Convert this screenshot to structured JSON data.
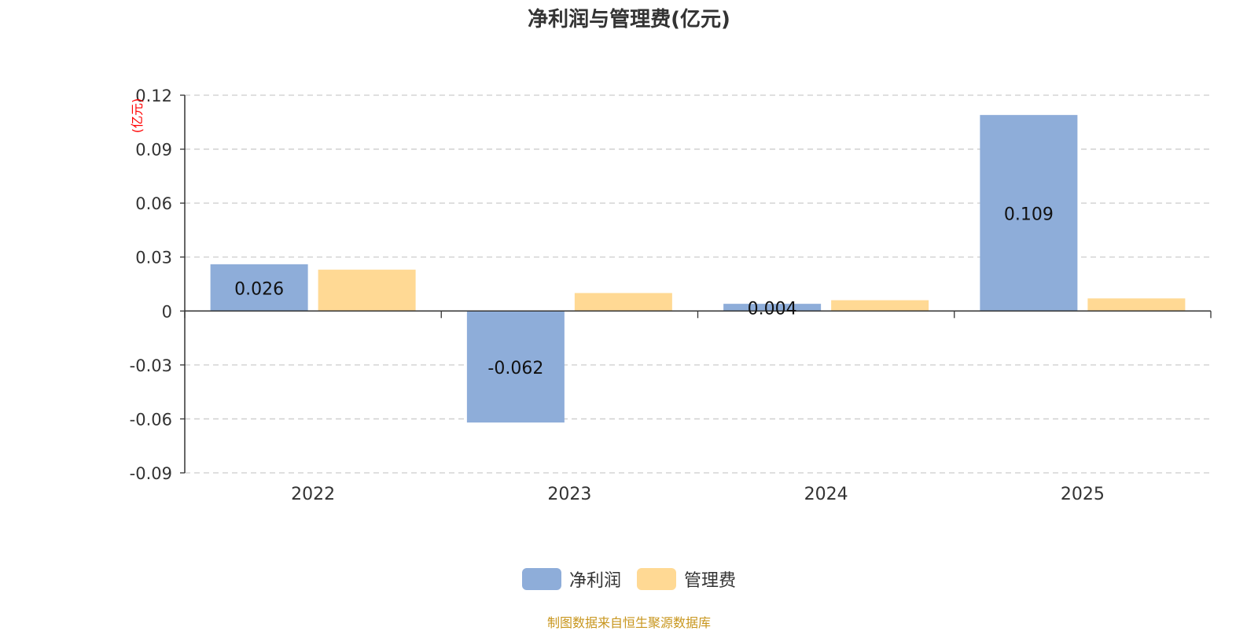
{
  "chart_data": {
    "type": "bar",
    "title": "净利润与管理费(亿元)",
    "ylabel": "(亿元)",
    "xlabel": "",
    "categories": [
      "2022",
      "2023",
      "2024",
      "2025"
    ],
    "series": [
      {
        "name": "净利润",
        "values": [
          0.026,
          -0.062,
          0.004,
          0.109
        ],
        "color": "#8EADD9",
        "labels": [
          "0.026",
          "-0.062",
          "0.004",
          "0.109"
        ]
      },
      {
        "name": "管理费",
        "values": [
          0.023,
          0.01,
          0.006,
          0.007
        ],
        "color": "#FFD994"
      }
    ],
    "ylim": [
      -0.09,
      0.12
    ],
    "yticks": [
      0.12,
      0.09,
      0.06,
      0.03,
      0,
      -0.03,
      -0.06,
      -0.09
    ],
    "ytick_labels": [
      "0.12",
      "0.09",
      "0.06",
      "0.03",
      "0",
      "-0.03",
      "-0.06",
      "-0.09"
    ],
    "grid": true,
    "legend_position": "bottom-center"
  },
  "source_note": "制图数据来自恒生聚源数据库",
  "colors": {
    "ylabel": "#FF0000",
    "source_note": "#C8961E"
  }
}
